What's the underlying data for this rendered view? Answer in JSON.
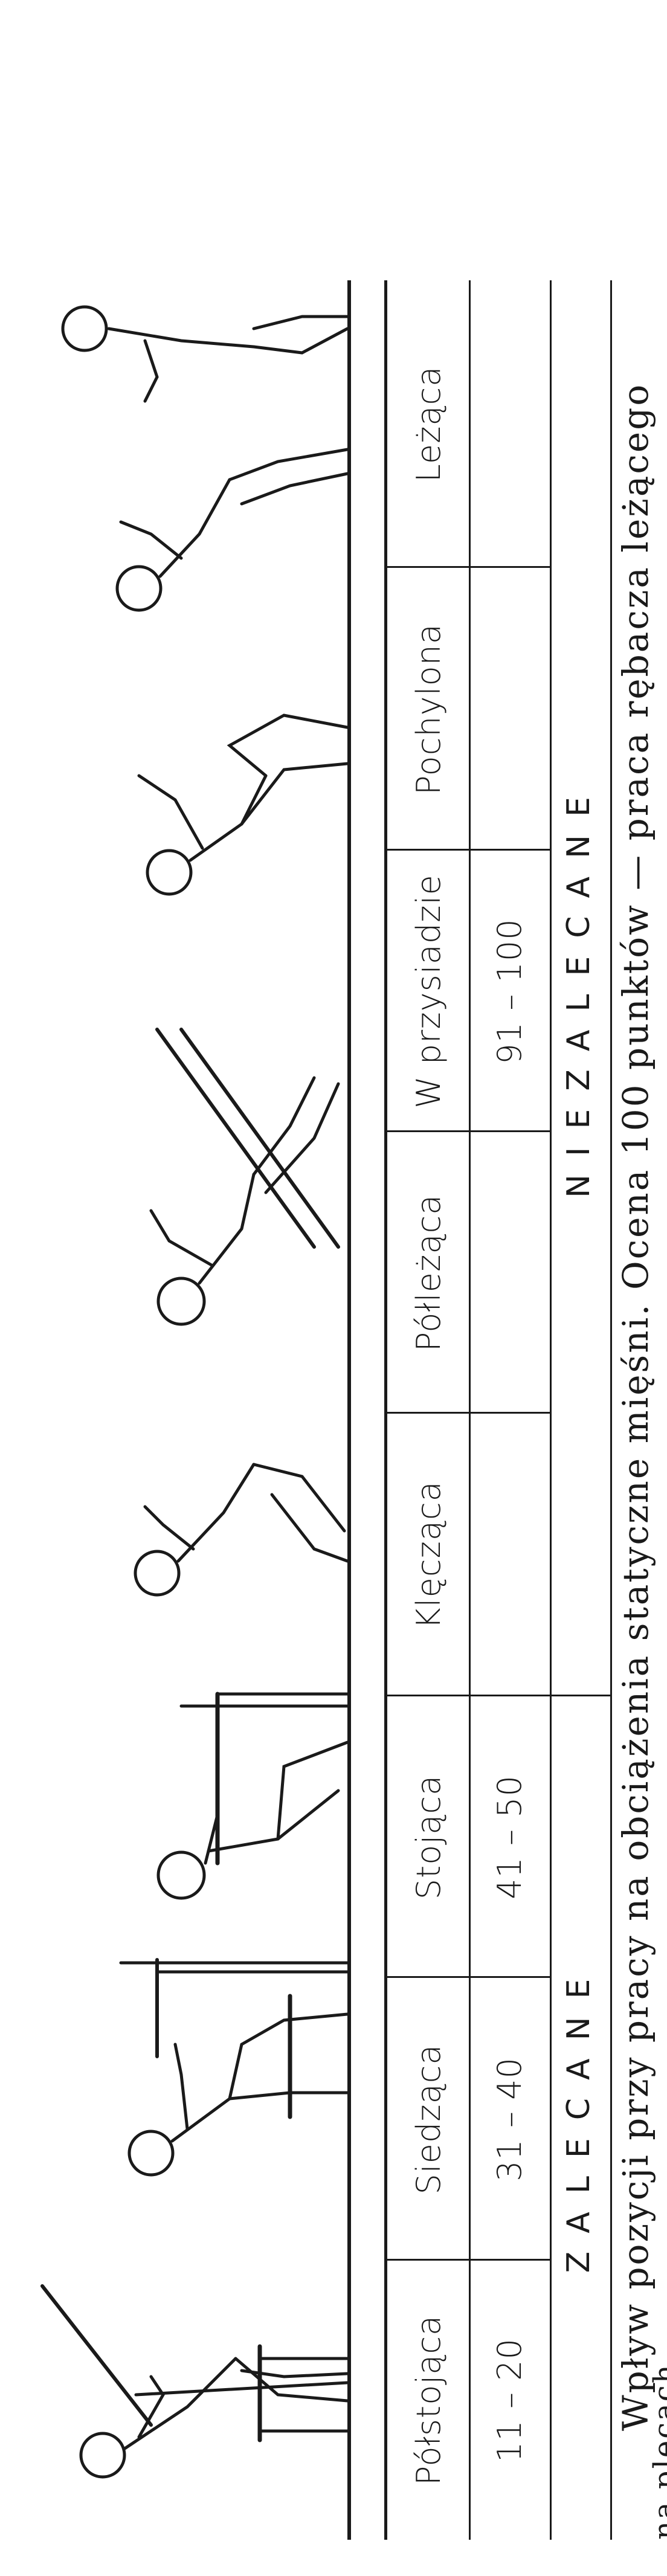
{
  "positions": [
    {
      "label": "Półstojąca",
      "score": "11 – 20"
    },
    {
      "label": "Siedząca",
      "score": "31 – 40"
    },
    {
      "label": "Stojąca",
      "score": "41 – 50"
    },
    {
      "label": "Klęcząca",
      "score": ""
    },
    {
      "label": "Półleżąca",
      "score": ""
    },
    {
      "label": "W przysiadzie",
      "score": "91 – 100"
    },
    {
      "label": "Pochylona",
      "score": ""
    },
    {
      "label": "Leżąca",
      "score": ""
    }
  ],
  "bands": {
    "recommended": "ZALECANE",
    "not_recommended": "NIEZALECANE"
  },
  "caption": {
    "line1": "Wpływ pozycji przy pracy na obciążenia statyczne mięśni. Ocena 100 punktów — praca rębacza leżącego",
    "line2": "na plecach"
  }
}
